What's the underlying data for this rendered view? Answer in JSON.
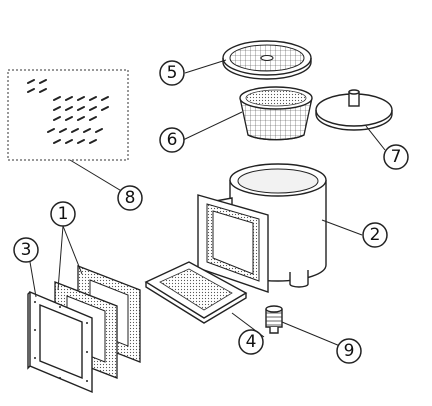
{
  "diagram": {
    "callouts": [
      {
        "id": "gasket",
        "number": "1"
      },
      {
        "id": "skimmer-body",
        "number": "2"
      },
      {
        "id": "faceplate",
        "number": "3"
      },
      {
        "id": "weir-door",
        "number": "4"
      },
      {
        "id": "skimmer-lid",
        "number": "5"
      },
      {
        "id": "basket",
        "number": "6"
      },
      {
        "id": "float-valve",
        "number": "7"
      },
      {
        "id": "screw-kit",
        "number": "8"
      },
      {
        "id": "fitting",
        "number": "9"
      }
    ]
  }
}
